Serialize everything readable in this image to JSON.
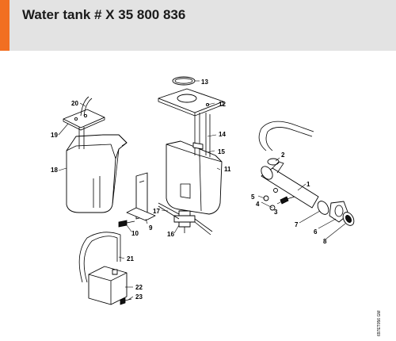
{
  "header": {
    "title": "Water tank # X 35 800 836",
    "accent_color": "#f26f21",
    "background_color": "#e3e3e3"
  },
  "diagram": {
    "callouts": [
      "1",
      "2",
      "3",
      "4",
      "5",
      "6",
      "7",
      "8",
      "9",
      "10",
      "11",
      "12",
      "13",
      "14",
      "15",
      "16",
      "17",
      "18",
      "19",
      "20",
      "21",
      "22",
      "23"
    ],
    "drawing_code": "697ET056 GM"
  }
}
